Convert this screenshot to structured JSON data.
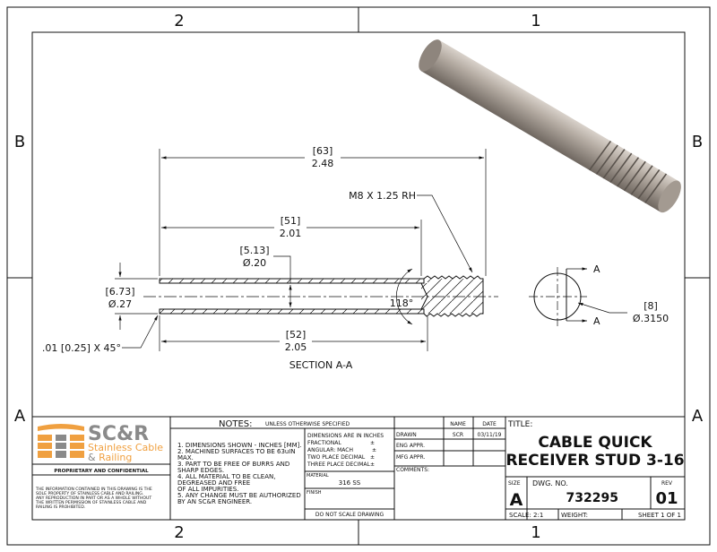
{
  "zones": {
    "top": [
      "2",
      "1"
    ],
    "bottom": [
      "2",
      "1"
    ],
    "left": [
      "B",
      "A"
    ],
    "right": [
      "B",
      "A"
    ]
  },
  "section_view": {
    "overall_length": {
      "mm": "[63]",
      "in": "2.48"
    },
    "thread_depth": {
      "mm": "[51]",
      "in": "2.01"
    },
    "bore_length": {
      "mm": "[52]",
      "in": "2.05"
    },
    "bore_diameter": {
      "mm": "[5.13]",
      "in": "Ø.20"
    },
    "outer_diameter": {
      "mm": "[6.73]",
      "in": "Ø.27"
    },
    "drill_angle": "118°",
    "thread_callout": "M8 X 1.25 RH",
    "chamfer_callout": ".01 [0.25] X 45°",
    "label": "SECTION A-A"
  },
  "end_view": {
    "cut_label": "A",
    "diameter_mm": "[8]",
    "diameter_in": "Ø.3150"
  },
  "logo": {
    "big": "SC&R",
    "line1": "Stainless Cable",
    "line2_amp": "& ",
    "line2": "Railing",
    "colors": {
      "orange": "#f0a040",
      "gray": "#8a8a8a"
    }
  },
  "proprietary": {
    "title": "PROPRIETARY AND CONFIDENTIAL",
    "lines": [
      "THE INFORMATION CONTAINED IN THIS DRAWING IS THE",
      "SOLE PROPERTY OF STAINLESS CABLE AND RAILING.",
      "ANY REPRODUCTION IN PART OR AS A WHOLE WITHOUT",
      "THE WRITTEN PERMISSION OF STAINLESS CABLE AND",
      "RAILING IS PROHIBITED."
    ]
  },
  "notes": {
    "title": "NOTES:",
    "subtitle": "UNLESS OTHERWISE SPECIFIED",
    "lines": [
      "1. DIMENSIONS SHOWN - INCHES [MM].",
      "2. MACHINED SURFACES TO BE 63uIN",
      "MAX.",
      "3. PART TO BE FREE OF BURRS AND",
      "SHARP EDGES.",
      "4. ALL MATERIAL TO BE CLEAN,",
      "DEGREASED AND FREE",
      "OF ALL IMPURITIES.",
      "5. ANY CHANGE MUST BE AUTHORIZED",
      "BY AN SC&R ENGINEER."
    ]
  },
  "tolerances": {
    "header": "DIMENSIONS ARE IN INCHES",
    "rows": [
      {
        "label": "FRACTIONAL",
        "sym": "±"
      },
      {
        "label": "ANGULAR: MACH",
        "sym": "±"
      },
      {
        "label": "TWO PLACE DECIMAL",
        "sym": "±"
      },
      {
        "label": "THREE PLACE DECIMAL",
        "sym": "±"
      }
    ],
    "material_label": "MATERIAL",
    "material": "316 SS",
    "finish_label": "FINISH",
    "do_not_scale": "DO NOT SCALE DRAWING"
  },
  "approvals": {
    "name_header": "NAME",
    "date_header": "DATE",
    "drawn_label": "DRAWN",
    "drawn_name": "SCR",
    "drawn_date": "03/11/19",
    "eng_label": "ENG APPR.",
    "mfg_label": "MFG APPR.",
    "comments_label": "COMMENTS:"
  },
  "title_block": {
    "title_label": "TITLE:",
    "title_line1": "CABLE QUICK",
    "title_line2": "RECEIVER STUD 3-16",
    "size_label": "SIZE",
    "size": "A",
    "dwg_label": "DWG.  NO.",
    "dwg_no": "732295",
    "rev_label": "REV",
    "rev": "01",
    "scale": "SCALE: 2:1",
    "weight": "WEIGHT:",
    "sheet": "SHEET 1 OF 1"
  }
}
